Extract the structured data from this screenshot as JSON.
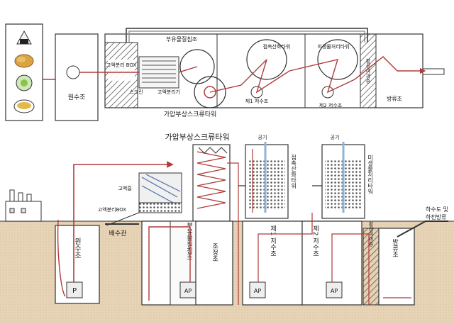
{
  "top_plan": {
    "raw_tank": "원수조",
    "separator_box": "고액분리 BOX",
    "screen": "스크린",
    "solid_separator": "고액분리기",
    "flotation_tank": "부유물질침조",
    "contact_oxidation_tower": "접촉산화타워",
    "first_storage": "제1 저수조",
    "microbe_tower": "미생물처리타워",
    "second_storage": "제2 저수조",
    "filter_layer": "활성여과층",
    "discharge_tank": "방류조",
    "caption": "가압부상스크류타워"
  },
  "bottom_section": {
    "title": "가압부상스크류타워",
    "screen_label": "고액흡",
    "separator_box": "고액분리BOX",
    "drain_pipe": "배수관",
    "raw_tank": "원수조",
    "pump_p": "P",
    "flotation_tank": "부유물질침조",
    "adjust_tank": "조정조",
    "ap_label": "AP",
    "air_1": "공기",
    "air_2": "공기",
    "contact_oxidation_tower": "접촉산화타워",
    "first_storage": "제1 저수조",
    "microbe_tower": "미생물처리타워",
    "second_storage": "제2 저수조",
    "filter_layer": "활성여과층",
    "discharge_tank": "방류조",
    "sewer": "하수도 및",
    "river": "하천방류"
  }
}
